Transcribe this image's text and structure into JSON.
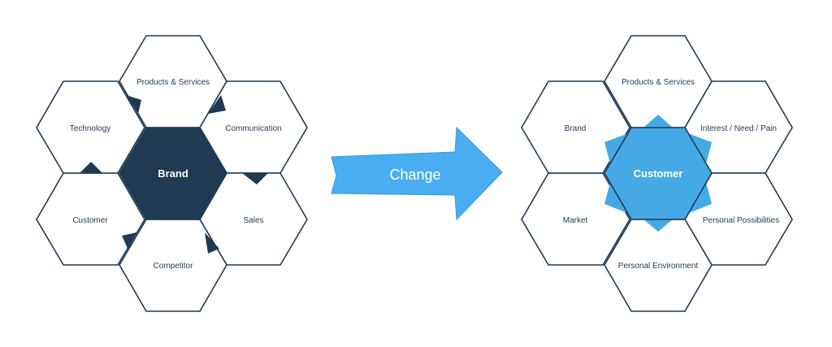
{
  "left_cluster": {
    "center": "Brand",
    "items": [
      "Products & Services",
      "Communication",
      "Sales",
      "Competitor",
      "Customer",
      "Technology"
    ]
  },
  "arrow": {
    "label": "Change"
  },
  "right_cluster": {
    "center": "Customer",
    "items": [
      "Products & Services",
      "Interest / Need / Pain",
      "Personal Possibilities",
      "Personal Environment",
      "Market",
      "Brand"
    ]
  },
  "colors": {
    "dark": "#1f3a52",
    "blue": "#45a9e6",
    "arrow": "#49aef0"
  }
}
